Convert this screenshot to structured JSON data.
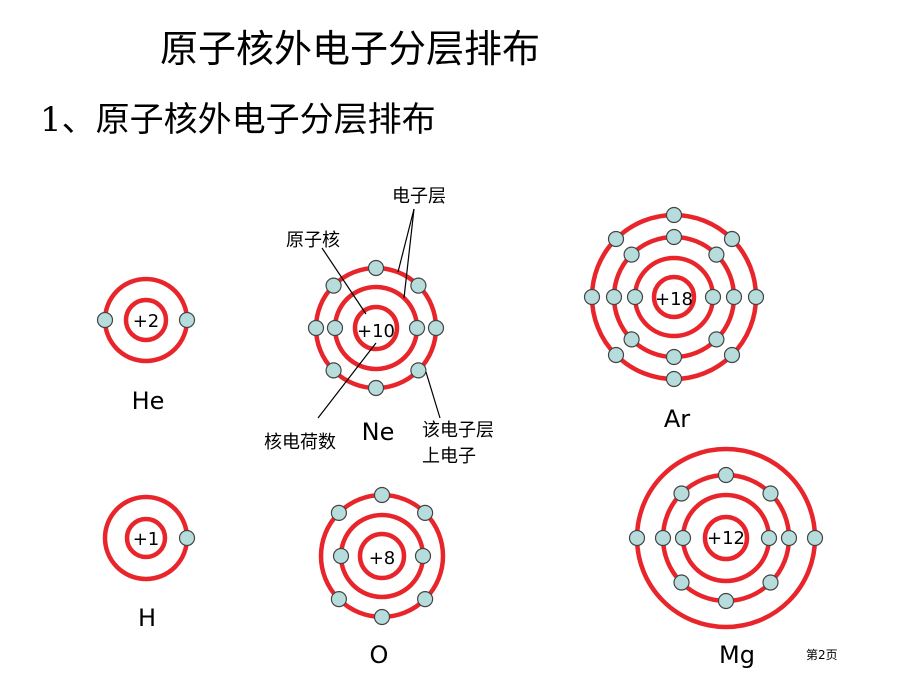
{
  "slide": {
    "title": "原子核外电子分层排布",
    "subtitle": "1、原子核外电子分层排布",
    "page_number": "第2页"
  },
  "colors": {
    "shell": "#e8252b",
    "electron_fill": "#b7dcdc",
    "electron_stroke": "#444444",
    "text": "#000000"
  },
  "annotations": {
    "shell_label": "电子层",
    "nucleus_label": "原子核",
    "charge_label": "核电荷数",
    "electrons_label_line1": "该电子层",
    "electrons_label_line2": "上电子"
  },
  "atoms": [
    {
      "symbol": "He",
      "nucleus": "+2",
      "electrons": [
        2
      ]
    },
    {
      "symbol": "Ne",
      "nucleus": "+10",
      "electrons": [
        2,
        8
      ]
    },
    {
      "symbol": "Ar",
      "nucleus": "+18",
      "electrons": [
        2,
        8,
        8
      ]
    },
    {
      "symbol": "H",
      "nucleus": "+1",
      "electrons": [
        1
      ]
    },
    {
      "symbol": "O",
      "nucleus": "+8",
      "electrons": [
        2,
        6
      ]
    },
    {
      "symbol": "Mg",
      "nucleus": "+12",
      "electrons": [
        2,
        8,
        2
      ]
    }
  ]
}
